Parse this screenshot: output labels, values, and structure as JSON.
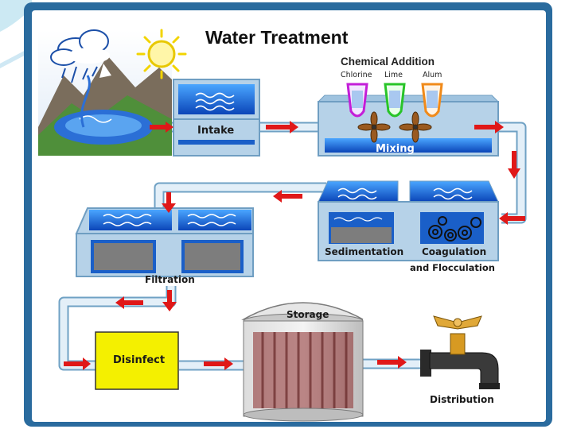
{
  "diagram": {
    "title": "Water Treatment",
    "chemical_addition": {
      "title": "Chemical Addition",
      "items": [
        "Chlorine",
        "Lime",
        "Alum"
      ]
    },
    "stages": {
      "intake": "Intake",
      "mixing": "Mixing",
      "sedimentation": "Sedimentation",
      "coagulation_line1": "Coagulation",
      "coagulation_line2": "and Flocculation",
      "filtration": "Filtration",
      "storage": "Storage",
      "disinfect": "Disinfect",
      "distribution": "Distribution"
    },
    "colors": {
      "frame": "#2a6b9e",
      "pipe": "#b9d5e8",
      "arrow": "#e01818",
      "tank_water": "#1a5fc8",
      "disinfect_box": "#f4f000"
    }
  }
}
